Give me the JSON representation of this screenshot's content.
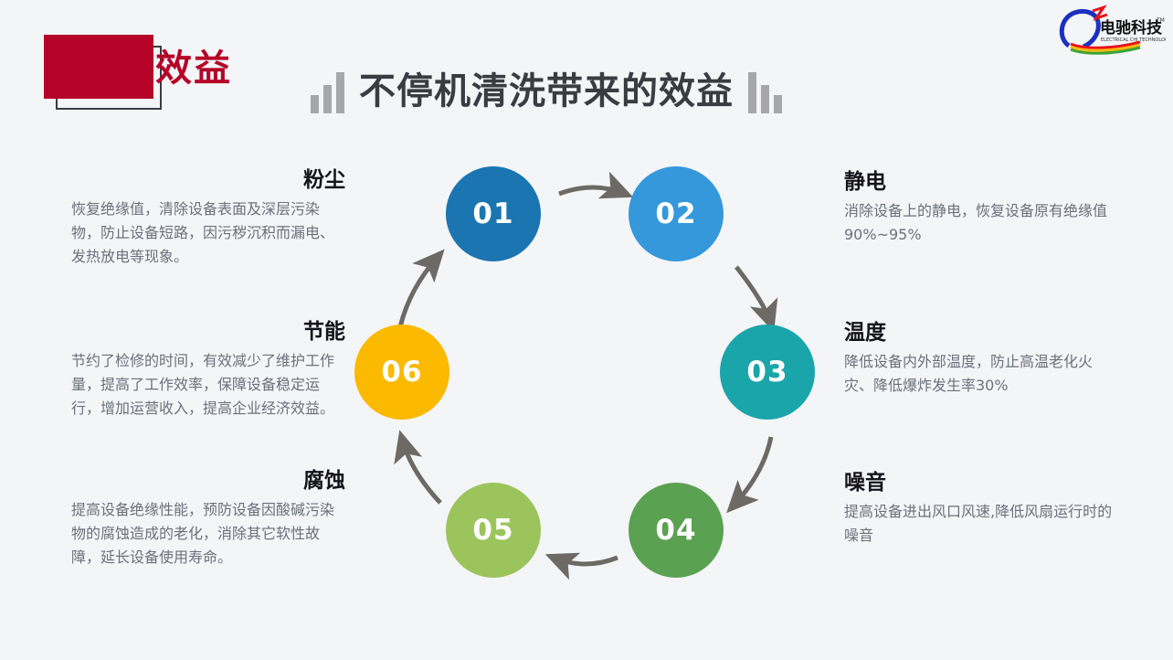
{
  "header": {
    "kicker": "效益",
    "title": "不停机清洗带来的效益",
    "logo": {
      "name": "电驰科技",
      "subtitle": "ELECTRICAL CHI TECHNOLOGY",
      "trademark": "TM"
    },
    "accent_red": "#b50428",
    "title_color": "#3b3b42",
    "decor_bar_color": "#a7a7a7"
  },
  "background_color": "#f4f5f7",
  "diagram": {
    "type": "cycle",
    "arrow_color": "#6d6a66",
    "nodes": [
      {
        "number": "01",
        "color": "#1b75b1",
        "topic": "粉尘",
        "side": "left"
      },
      {
        "number": "02",
        "color": "#3498db",
        "topic": "静电",
        "side": "right"
      },
      {
        "number": "03",
        "color": "#1aa5ab",
        "topic": "温度",
        "side": "right"
      },
      {
        "number": "04",
        "color": "#5ba152",
        "topic": "噪音",
        "side": "right"
      },
      {
        "number": "05",
        "color": "#9cc45c",
        "topic": "腐蚀",
        "side": "left"
      },
      {
        "number": "06",
        "color": "#fbb900",
        "topic": "节能",
        "side": "left"
      }
    ]
  },
  "blocks": {
    "dust": {
      "heading": "粉尘",
      "body": "恢复绝缘值，清除设备表面及深层污染物，防止设备短路，因污秽沉积而漏电、发热放电等现象。"
    },
    "energy": {
      "heading": "节能",
      "body": "节约了检修的时间，有效减少了维护工作量，提高了工作效率，保障设备稳定运行，增加运营收入，提高企业经济效益。"
    },
    "corrosion": {
      "heading": "腐蚀",
      "body": "提高设备绝缘性能，预防设备因酸碱污染物的腐蚀造成的老化，消除其它软性故障，延长设备使用寿命。"
    },
    "static": {
      "heading": "静电",
      "body": "消除设备上的静电，恢复设备原有绝缘值90%~95%"
    },
    "temperature": {
      "heading": "温度",
      "body": "降低设备内外部温度，防止高温老化火灾、降低爆炸发生率30%"
    },
    "noise": {
      "heading": "噪音",
      "body": "提高设备进出风口风速,降低风扇运行时的噪音"
    }
  }
}
